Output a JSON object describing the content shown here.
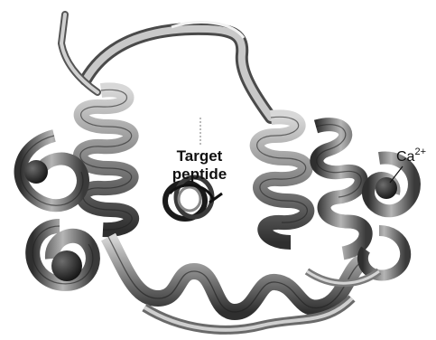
{
  "labels": {
    "target_line1": "Target",
    "target_line2": "peptide",
    "ion_base": "Ca",
    "ion_charge": "2+"
  },
  "colors": {
    "ribbon_dark": "#3a3a3a",
    "ribbon_mid": "#777777",
    "ribbon_light": "#bdbdbd",
    "background": "#ffffff"
  },
  "icons": {
    "protein": "calmodulin-ribbon-illustration",
    "peptide": "helix-coil-illustration",
    "ion": "calcium-ion-sphere"
  }
}
